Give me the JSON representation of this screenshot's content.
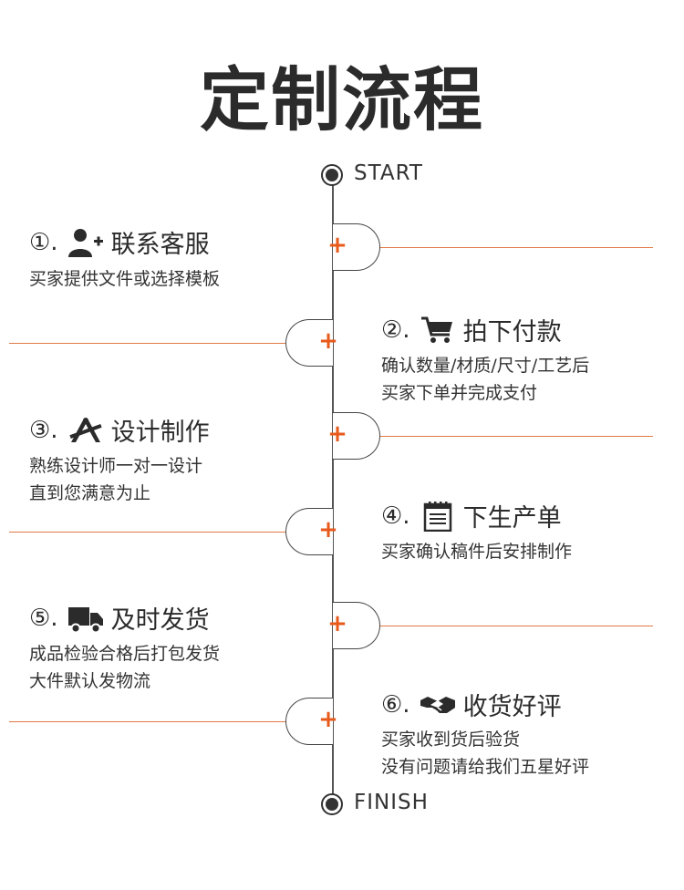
{
  "title": "定制流程",
  "start_label": "START",
  "finish_label": "FINISH",
  "plus_symbol": "+",
  "accent_color": "#e85a1b",
  "steps": [
    {
      "num": "①.",
      "icon": "add-user-icon",
      "title": "联系客服",
      "lines": [
        "买家提供文件或选择模板"
      ]
    },
    {
      "num": "②.",
      "icon": "shopping-cart-icon",
      "title": "拍下付款",
      "lines": [
        "确认数量/材质/尺寸/工艺后",
        "买家下单并完成支付"
      ]
    },
    {
      "num": "③.",
      "icon": "design-tools-icon",
      "title": "设计制作",
      "lines": [
        "熟练设计师一对一设计",
        "直到您满意为止"
      ]
    },
    {
      "num": "④.",
      "icon": "notepad-icon",
      "title": "下生产单",
      "lines": [
        "买家确认稿件后安排制作"
      ]
    },
    {
      "num": "⑤.",
      "icon": "delivery-truck-icon",
      "title": "及时发货",
      "lines": [
        "成品检验合格后打包发货",
        "大件默认发物流"
      ]
    },
    {
      "num": "⑥.",
      "icon": "handshake-icon",
      "title": "收货好评",
      "lines": [
        "买家收到货后验货",
        "没有问题请给我们五星好评"
      ]
    }
  ]
}
